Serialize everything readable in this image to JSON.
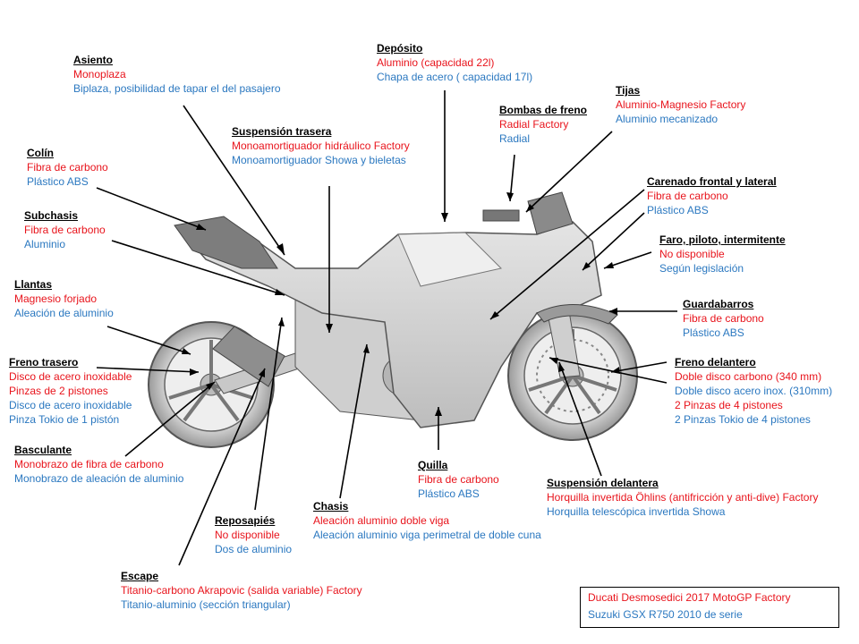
{
  "colors": {
    "primary_text": "#e8141c",
    "secondary_text": "#2b78c0",
    "title_text": "#000000"
  },
  "labels": {
    "asiento": {
      "title": "Asiento",
      "red": "Monoplaza",
      "blue": "Biplaza, posibilidad de tapar el del pasajero"
    },
    "deposito": {
      "title": "Depósito",
      "red": "Aluminio  (capacidad  22l)",
      "blue": "Chapa de acero ( capacidad 17l)"
    },
    "tijas": {
      "title": "Tijas",
      "red": "Aluminio-Magnesio  Factory",
      "blue": "Aluminio mecanizado"
    },
    "bombas": {
      "title": "Bombas de freno",
      "red": "Radial Factory",
      "blue": "Radial"
    },
    "suspension_trasera": {
      "title": "Suspensión trasera",
      "red": "Monoamortiguador  hidráulico Factory",
      "blue": "Monoamortiguador  Showa y bieletas"
    },
    "colin": {
      "title": "Colín",
      "red": "Fibra de carbono",
      "blue": "Plástico ABS"
    },
    "carenado": {
      "title": "Carenado frontal y lateral",
      "red": "Fibra de carbono",
      "blue": "Plástico ABS"
    },
    "subchasis": {
      "title": "Subchasis",
      "red": "Fibra de carbono",
      "blue": "Aluminio"
    },
    "faro": {
      "title": "Faro, piloto, intermitente",
      "red": "No disponible",
      "blue": "Según legislación"
    },
    "llantas": {
      "title": "Llantas",
      "red": "Magnesio forjado",
      "blue": "Aleación de aluminio"
    },
    "guardabarros": {
      "title": "Guardabarros",
      "red": "Fibra de carbono",
      "blue": "Plástico ABS"
    },
    "freno_trasero": {
      "title": "Freno trasero",
      "red1": "Disco de acero inoxidable",
      "red2": "Pinzas de 2 pistones",
      "blue1": "Disco de acero inoxidable",
      "blue2": "Pinza Tokio de 1 pistón"
    },
    "freno_delantero": {
      "title": "Freno delantero",
      "red1": "Doble disco carbono (340  mm)",
      "blue1": "Doble disco acero  inox. (310mm)",
      "red2": "2 Pinzas de 4 pistones",
      "blue2": "2 Pinzas Tokio  de 4 pistones"
    },
    "basculante": {
      "title": "Basculante",
      "red": "Monobrazo  de fibra de carbono",
      "blue": "Monobrazo  de aleación de aluminio"
    },
    "quilla": {
      "title": "Quilla",
      "red": "Fibra de carbono",
      "blue": "Plástico ABS"
    },
    "suspension_delantera": {
      "title": "Suspensión delantera",
      "red": "Horquilla invertida Öhlins (antifricción  y anti-dive)  Factory",
      "blue": "Horquilla telescópica invertida  Showa"
    },
    "chasis": {
      "title": "Chasis",
      "red": "Aleación aluminio  doble viga",
      "blue": "Aleación aluminio  viga perimetral de doble cuna"
    },
    "reposapies": {
      "title": "Reposapiés",
      "red": "No disponible",
      "blue": "Dos de aluminio"
    },
    "escape": {
      "title": "Escape",
      "red": "Titanio-carbono  Akrapovic  (salida variable)  Factory",
      "blue": "Titanio-aluminio  (sección triangular)"
    }
  },
  "legend": {
    "red": "Ducati Desmosedici  2017 MotoGP  Factory",
    "blue": "Suzuki  GSX  R750   2010 de serie"
  }
}
